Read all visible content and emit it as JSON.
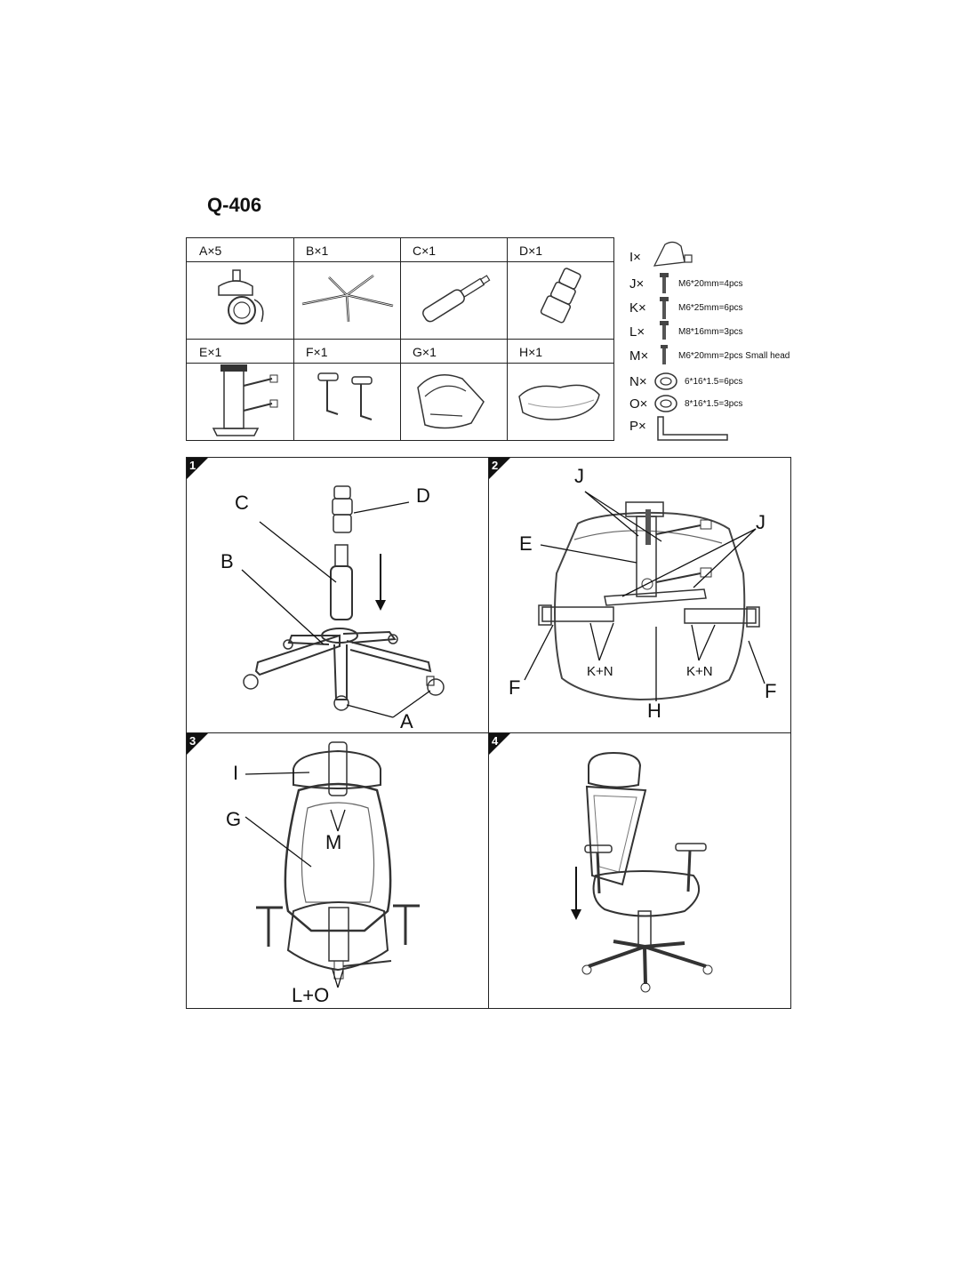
{
  "title": "Q-406",
  "parts": [
    {
      "label": "A×5",
      "icon": "caster-wheel"
    },
    {
      "label": "B×1",
      "icon": "star-base"
    },
    {
      "label": "C×1",
      "icon": "gas-lift"
    },
    {
      "label": "D×1",
      "icon": "lift-cover"
    },
    {
      "label": "E×1",
      "icon": "tilt-mechanism"
    },
    {
      "label": "F×1",
      "icon": "armrests"
    },
    {
      "label": "G×1",
      "icon": "backrest"
    },
    {
      "label": "H×1",
      "icon": "seat-cushion"
    }
  ],
  "hardware": [
    {
      "key": "I×",
      "desc": "",
      "icon": "headrest"
    },
    {
      "key": "J×",
      "desc": "M6*20mm=4pcs",
      "icon": "bolt"
    },
    {
      "key": "K×",
      "desc": "M6*25mm=6pcs",
      "icon": "bolt"
    },
    {
      "key": "L×",
      "desc": "M8*16mm=3pcs",
      "icon": "bolt"
    },
    {
      "key": "M×",
      "desc": "M6*20mm=2pcs Small head",
      "icon": "bolt"
    },
    {
      "key": "N×",
      "desc": "6*16*1.5=6pcs",
      "icon": "washer"
    },
    {
      "key": "O×",
      "desc": "8*16*1.5=3pcs",
      "icon": "washer"
    },
    {
      "key": "P×",
      "desc": "",
      "icon": "allen-key"
    }
  ],
  "steps": [
    {
      "number": "1",
      "labels": {
        "c": "C",
        "d": "D",
        "b": "B",
        "a": "A"
      }
    },
    {
      "number": "2",
      "labels": {
        "j1": "J",
        "j2": "J",
        "e": "E",
        "f1": "F",
        "f2": "F",
        "kn1": "K+N",
        "kn2": "K+N",
        "h": "H"
      }
    },
    {
      "number": "3",
      "labels": {
        "i": "I",
        "g": "G",
        "m": "M",
        "lo": "L+O"
      }
    },
    {
      "number": "4",
      "labels": {}
    }
  ]
}
